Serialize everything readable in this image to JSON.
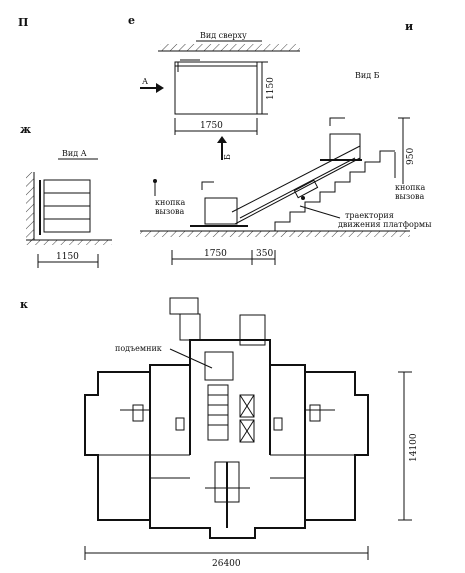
{
  "panel_letters": {
    "p": "П",
    "e": "е",
    "i": "и",
    "zh": "ж",
    "k": "к"
  },
  "view_top": "Вид сверху",
  "view_a": "Вид А",
  "view_b": "Вид Б",
  "arrow_a": "А",
  "arrow_b": "Б",
  "labels": {
    "call_button": "кнопка",
    "call_button_2": "вызова",
    "trajectory": "траектория",
    "trajectory_2": "движения платформы",
    "lift": "подъемник"
  },
  "dims": {
    "top_height": "1150",
    "top_width": "1750",
    "va_width": "1150",
    "vb_height": "950",
    "vb_len": "1750",
    "vb_gap": "350",
    "plan_height": "14100",
    "plan_width": "26400"
  }
}
